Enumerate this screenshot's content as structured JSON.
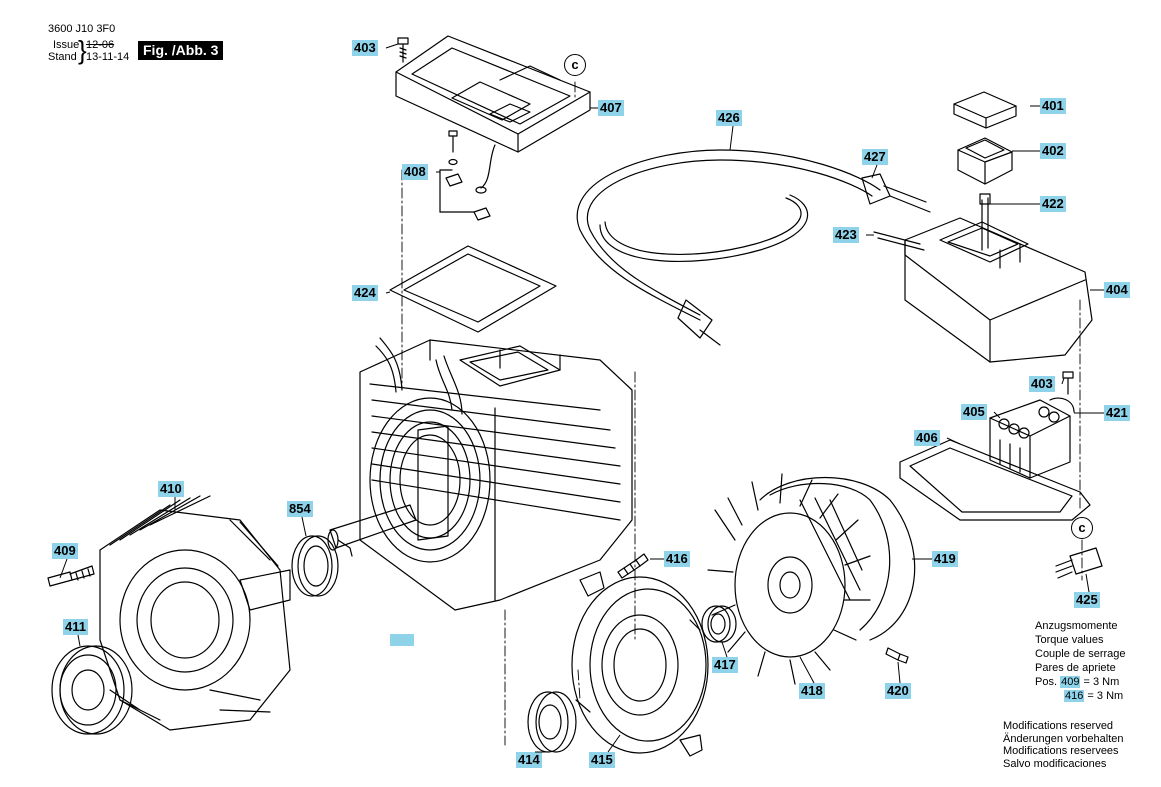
{
  "header": {
    "doc_number": "3600 J10 3F0",
    "issue_label": "Issue",
    "issue_value": "12-06",
    "stand_label": "Stand",
    "stand_value": "13-11-14",
    "figure_label": "Fig. /Abb. 3"
  },
  "parts": {
    "p401": "401",
    "p402": "402",
    "p403a": "403",
    "p403b": "403",
    "p404": "404",
    "p405": "405",
    "p406": "406",
    "p407": "407",
    "p408": "408",
    "p409": "409",
    "p410": "410",
    "p411": "411",
    "p414": "414",
    "p415": "415",
    "p416": "416",
    "p417": "417",
    "p418": "418",
    "p419": "419",
    "p420": "420",
    "p421": "421",
    "p422": "422",
    "p423": "423",
    "p424": "424",
    "p425": "425",
    "p426": "426",
    "p427": "427",
    "p854": "854"
  },
  "markers": {
    "c_top": "c",
    "c_bottom": "c"
  },
  "torque": {
    "heading_de": "Anzugsmomente",
    "heading_en": "Torque values",
    "heading_fr": "Couple de serrage",
    "heading_es": "Pares de apriete",
    "pos_label": "Pos.",
    "pos1_ref": "409",
    "pos1_value": "= 3 Nm",
    "pos2_ref": "416",
    "pos2_value": "= 3 Nm"
  },
  "modifications": {
    "en": "Modifications reserved",
    "de": "Änderungen vorbehalten",
    "fr": "Modifications reservees",
    "es": "Salvo modificaciones"
  },
  "colors": {
    "callout_bg": "#8fd3ea",
    "figure_bg": "#000000"
  }
}
